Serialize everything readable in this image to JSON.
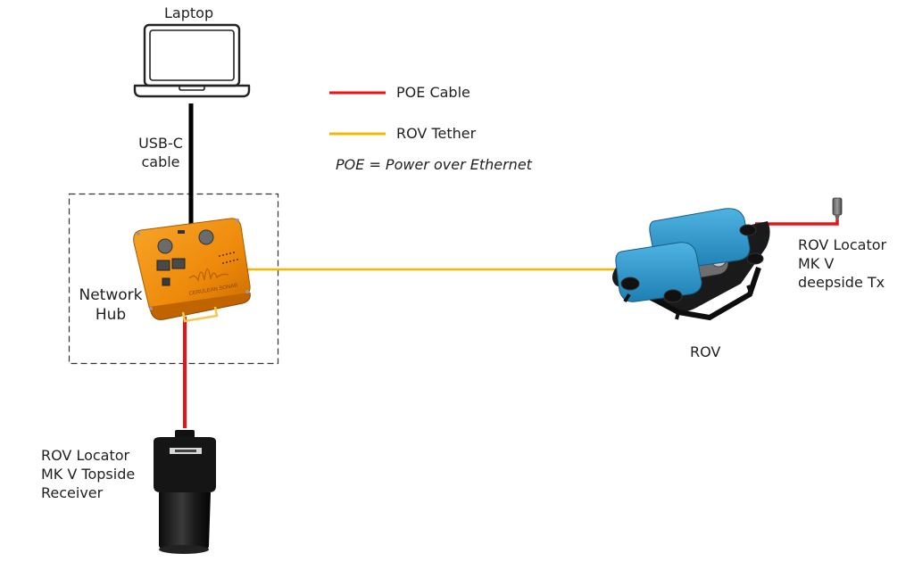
{
  "diagram": {
    "nodes": {
      "laptop": {
        "label": "Laptop"
      },
      "network_hub": {
        "label_line1": "Network",
        "label_line2": "Hub",
        "brand_text": "CERULEAN SONAR",
        "group": "dashed-enclosure"
      },
      "rov": {
        "label": "ROV"
      },
      "deepside_tx": {
        "label_line1": "ROV Locator",
        "label_line2": "MK V",
        "label_line3": "deepside Tx"
      },
      "topside_receiver": {
        "label_line1": "ROV Locator",
        "label_line2": "MK V Topside",
        "label_line3": "Receiver"
      }
    },
    "edges": [
      {
        "from": "laptop",
        "to": "network_hub",
        "type": "usb-c",
        "label_line1": "USB-C",
        "label_line2": "cable"
      },
      {
        "from": "network_hub",
        "to": "rov",
        "type": "rov-tether"
      },
      {
        "from": "rov",
        "to": "deepside_tx",
        "type": "poe-cable"
      },
      {
        "from": "network_hub",
        "to": "topside_receiver",
        "type": "poe-cable"
      }
    ],
    "legend": {
      "items": [
        {
          "label": "POE Cable",
          "color": "#ee1111"
        },
        {
          "label": "ROV Tether",
          "color": "#f5b800"
        }
      ],
      "note": "POE = Power over Ethernet"
    },
    "colors": {
      "poe": "#ee1111",
      "tether": "#f5b800",
      "usb": "#000000",
      "hub_orange": "#f0900c",
      "rov_blue": "#2b95c9"
    }
  }
}
